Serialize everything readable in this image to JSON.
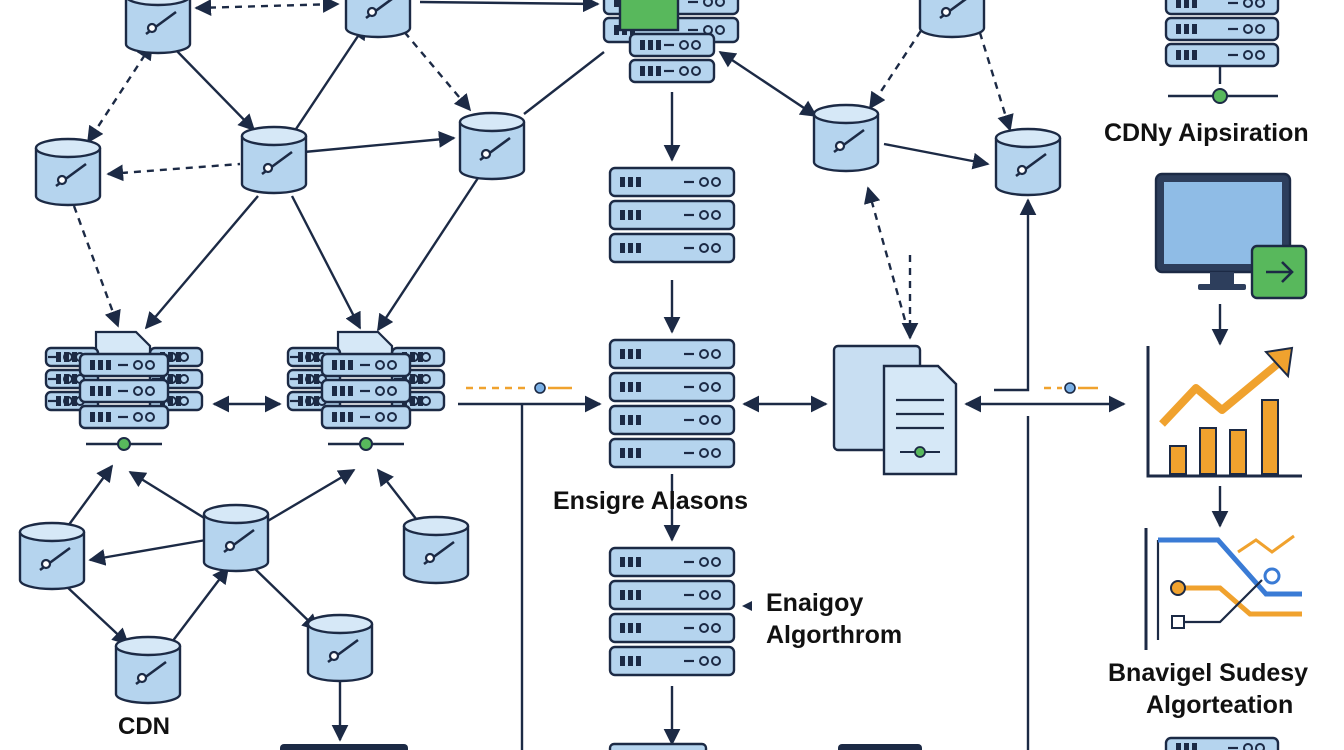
{
  "colors": {
    "line": "#1c2a45",
    "node_fill": "#b5d4ee",
    "node_stroke": "#1c2a45",
    "accent_green": "#58b85c",
    "accent_orange": "#f0a22e",
    "accent_blue": "#3a7bd5",
    "doc_fill": "#c8def2"
  },
  "labels": {
    "cdn": "CDN",
    "center_top": "Ensigre Alasons",
    "center_mid_line1": "Enaigoy",
    "center_mid_line2": "Algorthrom",
    "right_top": "CDNy Aipsiration",
    "right_bottom_line1": "Bnavigel Sudesy",
    "right_bottom_line2": "Algorteation"
  },
  "icons": [
    "database-icon",
    "server-rack-icon",
    "document-icon",
    "monitor-icon",
    "arrow-icon",
    "growth-chart-icon",
    "flow-chart-icon"
  ]
}
